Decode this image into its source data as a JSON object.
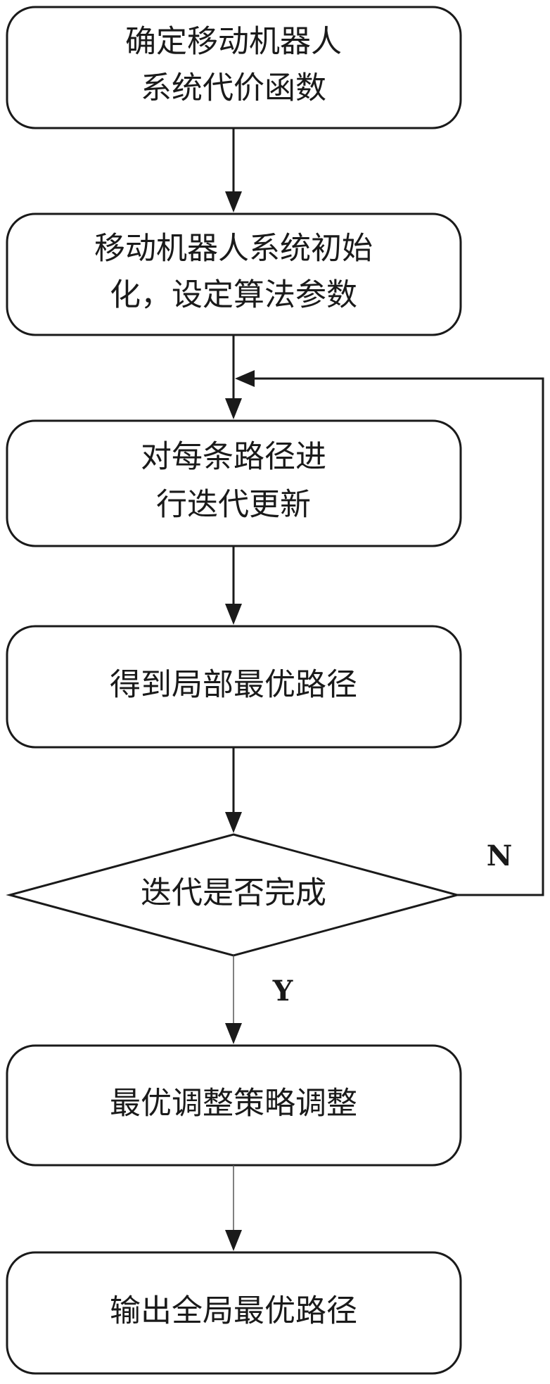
{
  "nodes": {
    "define_cost": {
      "line1": "确定移动机器人",
      "line2": "系统代价函数"
    },
    "init_system": {
      "line1": "移动机器人系统初始",
      "line2": "化，设定算法参数"
    },
    "iterate_update": {
      "line1": "对每条路径进",
      "line2": "行迭代更新"
    },
    "local_optimal": {
      "line1": "得到局部最优路径"
    },
    "iteration_done": {
      "line1": "迭代是否完成"
    },
    "optimal_adjust": {
      "line1": "最优调整策略调整"
    },
    "output_global": {
      "line1": "输出全局最优路径"
    }
  },
  "edges": {
    "yes_label": "Y",
    "no_label": "N"
  }
}
